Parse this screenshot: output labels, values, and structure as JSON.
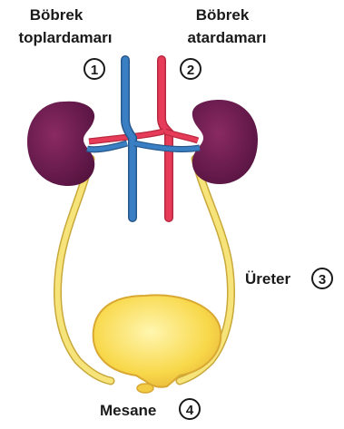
{
  "labels": {
    "vein_line1": "Böbrek",
    "vein_line2": "toplardamarı",
    "vein_number": "1",
    "artery_line1": "Böbrek",
    "artery_line2": "atardamarı",
    "artery_number": "2",
    "ureter": "Üreter",
    "ureter_number": "3",
    "bladder": "Mesane",
    "bladder_number": "4"
  },
  "colors": {
    "kidney": "#6a1c4a",
    "vein": "#3a7fc4",
    "artery": "#e63c5a",
    "ureter": "#f6e47a",
    "bladder": "#f7d54a"
  }
}
